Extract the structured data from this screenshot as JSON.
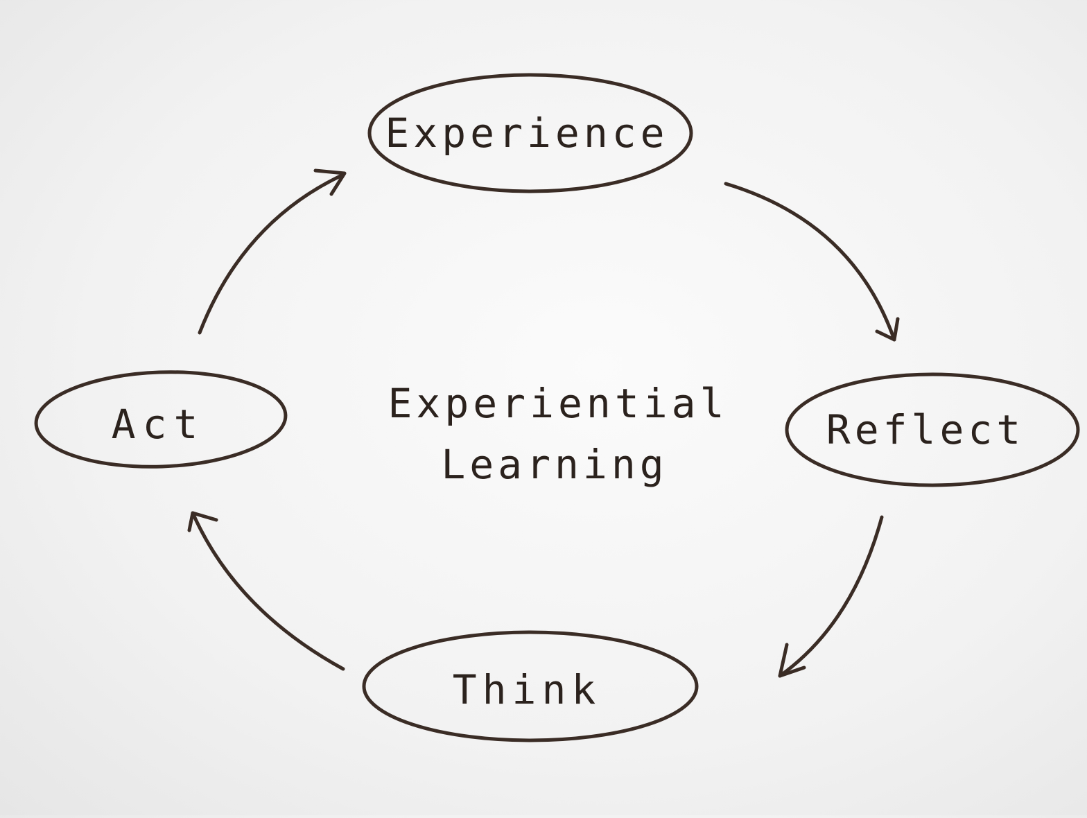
{
  "title": "Experiential Learning",
  "title_lines": [
    "Experiential",
    "Learning"
  ],
  "stages": [
    {
      "id": "experience",
      "label": "Experience"
    },
    {
      "id": "reflect",
      "label": "Reflect"
    },
    {
      "id": "think",
      "label": "Think"
    },
    {
      "id": "act",
      "label": "Act"
    }
  ],
  "cycle_order": [
    "Experience",
    "Reflect",
    "Think",
    "Act"
  ],
  "colors": {
    "ink": "#3a2c25",
    "board": "#f7f7f7"
  }
}
